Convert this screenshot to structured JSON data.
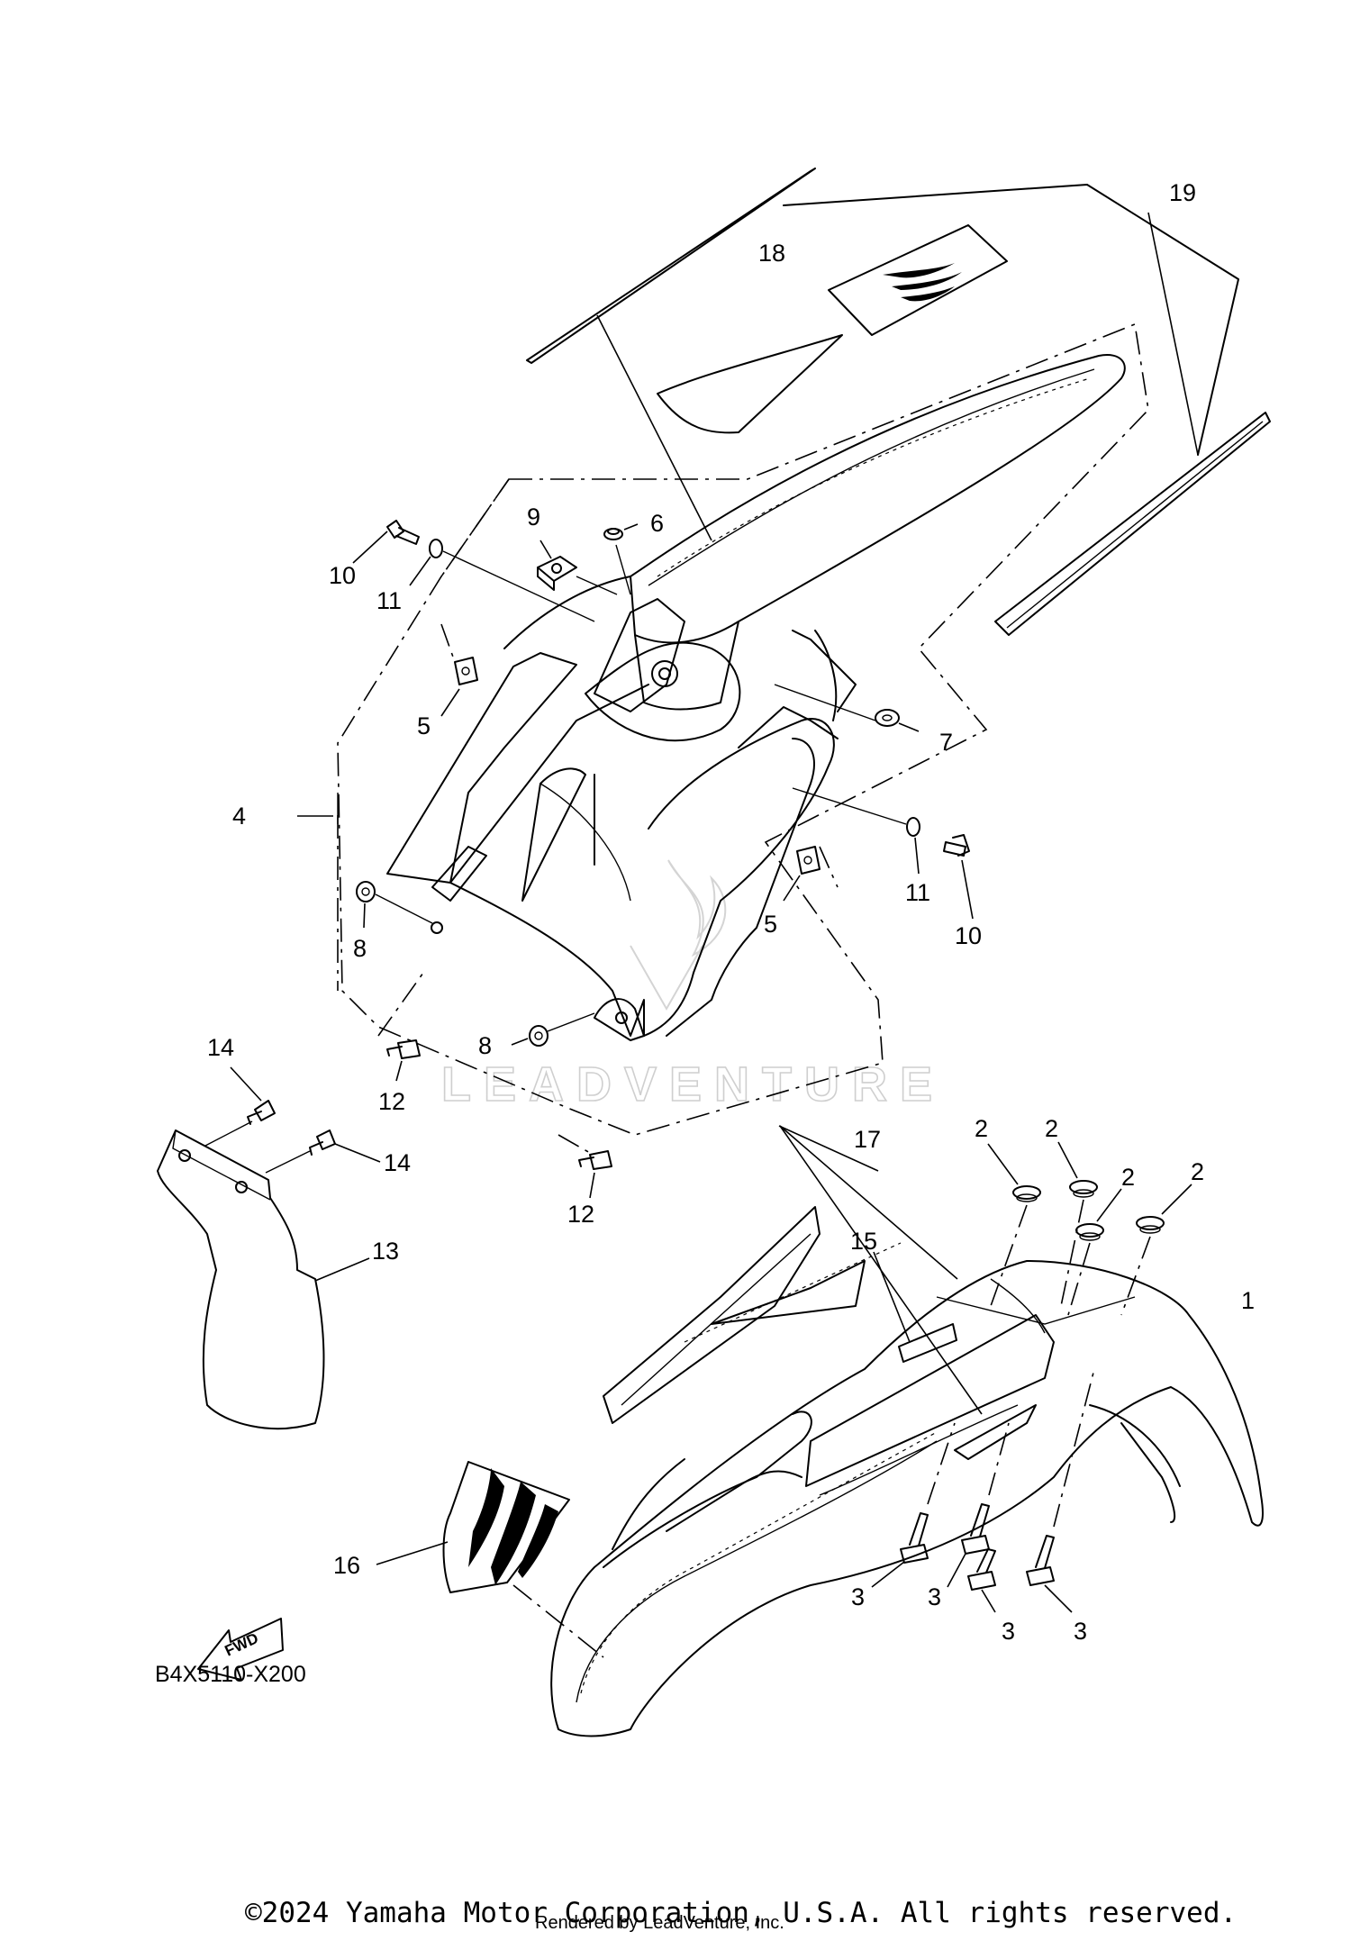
{
  "diagram": {
    "callouts": [
      {
        "id": "c1",
        "label": "1"
      },
      {
        "id": "c2a",
        "label": "2"
      },
      {
        "id": "c2b",
        "label": "2"
      },
      {
        "id": "c2c",
        "label": "2"
      },
      {
        "id": "c2d",
        "label": "2"
      },
      {
        "id": "c3a",
        "label": "3"
      },
      {
        "id": "c3b",
        "label": "3"
      },
      {
        "id": "c3c",
        "label": "3"
      },
      {
        "id": "c3d",
        "label": "3"
      },
      {
        "id": "c4",
        "label": "4"
      },
      {
        "id": "c5a",
        "label": "5"
      },
      {
        "id": "c5b",
        "label": "5"
      },
      {
        "id": "c6",
        "label": "6"
      },
      {
        "id": "c7",
        "label": "7"
      },
      {
        "id": "c8a",
        "label": "8"
      },
      {
        "id": "c8b",
        "label": "8"
      },
      {
        "id": "c9",
        "label": "9"
      },
      {
        "id": "c10a",
        "label": "10"
      },
      {
        "id": "c10b",
        "label": "10"
      },
      {
        "id": "c11a",
        "label": "11"
      },
      {
        "id": "c11b",
        "label": "11"
      },
      {
        "id": "c12a",
        "label": "12"
      },
      {
        "id": "c12b",
        "label": "12"
      },
      {
        "id": "c13",
        "label": "13"
      },
      {
        "id": "c14a",
        "label": "14"
      },
      {
        "id": "c14b",
        "label": "14"
      },
      {
        "id": "c15",
        "label": "15"
      },
      {
        "id": "c16",
        "label": "16"
      },
      {
        "id": "c17",
        "label": "17"
      },
      {
        "id": "c18",
        "label": "18"
      },
      {
        "id": "c19",
        "label": "19"
      }
    ],
    "direction_arrow": "FWD",
    "diagram_code": "B4X5110-X200",
    "watermark": "LEADVENTURE"
  },
  "footer": {
    "copyright": "©2024 Yamaha Motor Corporation, U.S.A. All rights reserved.",
    "rendered_by": "Rendered by LeadVenture, Inc."
  }
}
